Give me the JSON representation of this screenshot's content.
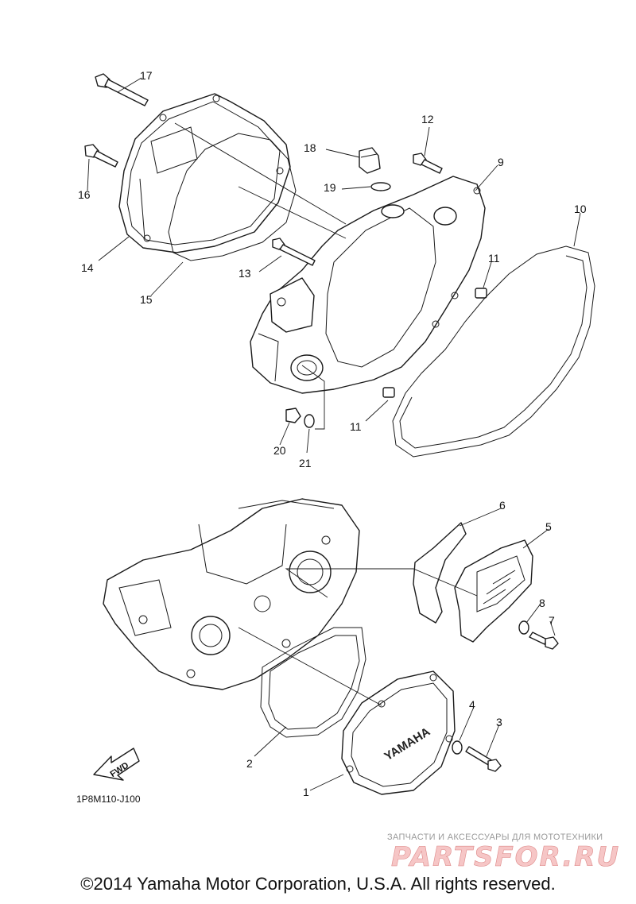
{
  "diagram": {
    "callouts": [
      "1",
      "2",
      "3",
      "4",
      "5",
      "6",
      "7",
      "8",
      "9",
      "10",
      "11",
      "11",
      "12",
      "13",
      "14",
      "15",
      "16",
      "17",
      "18",
      "19",
      "20",
      "21"
    ],
    "direction_badge": "FWD",
    "cover_logo": "YAMAHA",
    "drawing_code": "1P8M110-J100"
  },
  "watermark": {
    "tagline": "ЗАПЧАСТИ И АКСЕССУАРЫ ДЛЯ МОТОТЕХНИКИ",
    "brand": "PARTSFOR.RU",
    "brand_color": "#f6c6c6"
  },
  "footer": {
    "copyright": "©2014 Yamaha Motor Corporation, U.S.A. All rights reserved."
  }
}
